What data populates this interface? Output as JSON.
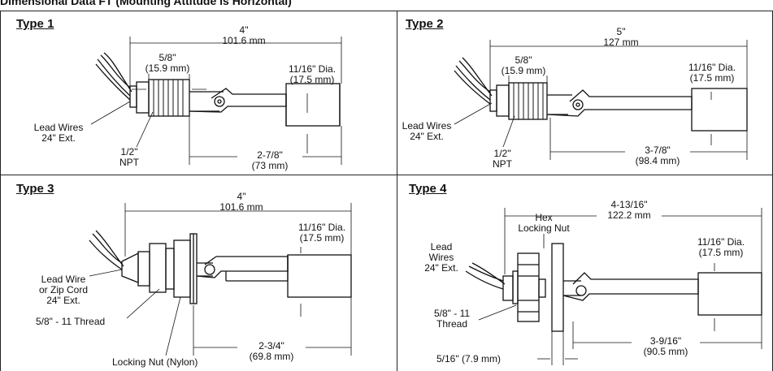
{
  "header": "Dimensional Data FT (Mounting Attitude is Horizontal)",
  "panels": [
    {
      "title": "Type 1",
      "overall": [
        "4\"",
        "101.6 mm"
      ],
      "thread_len": [
        "5/8\"",
        "(15.9 mm)"
      ],
      "diameter": [
        "11/16\" Dia.",
        "(17.5 mm)"
      ],
      "wires": [
        "Lead Wires",
        "24\" Ext."
      ],
      "fitting": [
        "1/2\"",
        "NPT"
      ],
      "stem": [
        "2-7/8\"",
        "(73 mm)"
      ]
    },
    {
      "title": "Type 2",
      "overall": [
        "5\"",
        "127 mm"
      ],
      "thread_len": [
        "5/8\"",
        "(15.9 mm)"
      ],
      "diameter": [
        "11/16\" Dia.",
        "(17.5 mm)"
      ],
      "wires": [
        "Lead Wires",
        "24\" Ext."
      ],
      "fitting": [
        "1/2\"",
        "NPT"
      ],
      "stem": [
        "3-7/8\"",
        "(98.4 mm)"
      ]
    },
    {
      "title": "Type 3",
      "overall": [
        "4\"",
        "101.6 mm"
      ],
      "diameter": [
        "11/16\" Dia.",
        "(17.5 mm)"
      ],
      "wires": [
        "Lead Wire",
        "or Zip Cord",
        "24\" Ext."
      ],
      "thread": "5/8\" - 11 Thread",
      "nut": "Locking Nut (Nylon)",
      "stem": [
        "2-3/4\"",
        "(69.8 mm)"
      ]
    },
    {
      "title": "Type 4",
      "overall": [
        "4-13/16\"",
        "122.2 mm"
      ],
      "hex_nut": [
        "Hex",
        "Locking Nut"
      ],
      "diameter": [
        "11/16\" Dia.",
        "(17.5 mm)"
      ],
      "wires": [
        "Lead",
        "Wires",
        "24\" Ext."
      ],
      "thread": [
        "5/8\" - 11",
        "Thread"
      ],
      "flange": "5/16\" (7.9 mm)",
      "stem": [
        "3-9/16\"",
        "(90.5 mm)"
      ]
    }
  ]
}
